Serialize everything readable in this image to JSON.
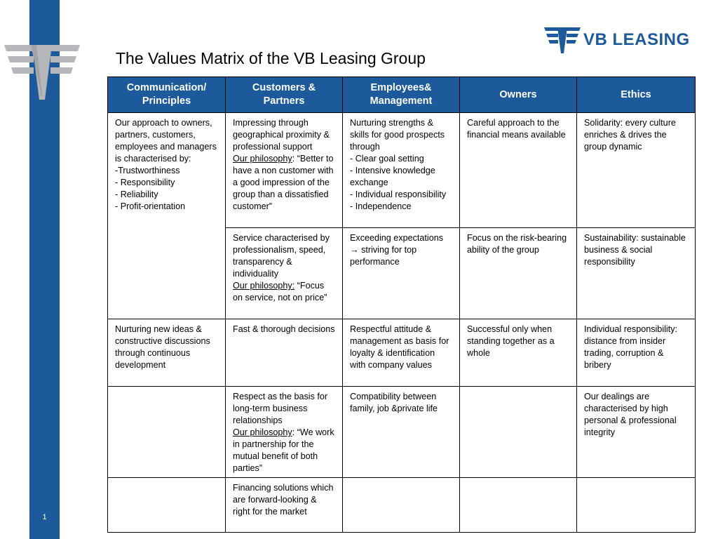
{
  "page": {
    "title": "The Values Matrix of the VB Leasing Group",
    "page_number": "1"
  },
  "brand": {
    "name": "VB LEASING",
    "color": "#1c5a9c"
  },
  "table": {
    "headers": [
      "Communication/ Principles",
      "Customers & Partners",
      "Employees& Management",
      "Owners",
      "Ethics"
    ],
    "rows": [
      {
        "communication": [
          "Our approach to owners, partners, customers, employees and managers is characterised by:",
          "-Trustworthiness",
          "- Responsibility",
          "- Reliability",
          "- Profit-orientation"
        ],
        "customers": {
          "text": "Impressing through geographical proximity & professional support",
          "philosophy_label": "Our philosophy",
          "philosophy_text": ": “Better to have a non customer with a good impression of the group than a dissatisfied customer”"
        },
        "employees": [
          "Nurturing strengths & skills for good prospects through",
          "- Clear goal setting",
          "- Intensive knowledge exchange",
          "- Individual responsibility",
          "- Independence"
        ],
        "owners": "Careful approach to the financial means available",
        "ethics": "Solidarity: every culture enriches & drives the group dynamic"
      },
      {
        "customers": {
          "text": "Service characterised by professionalism, speed, transparency & individuality",
          "philosophy_label": "Our philosophy:",
          "philosophy_text": " “Focus on service, not on price”"
        },
        "employees": {
          "before": "Exceeding expectations ",
          "arrow": "→",
          "after": " striving for top performance"
        },
        "owners": "Focus on the risk-bearing ability of the group",
        "ethics": "Sustainability: sustainable business & social responsibility"
      },
      {
        "communication": "Nurturing new ideas & constructive discussions through continuous development",
        "customers": "Fast & thorough decisions",
        "employees": "Respectful attitude & management as basis for loyalty & identification with company values",
        "owners": "Successful only  when standing together as a whole",
        "ethics": "Individual responsibility: distance from insider trading, corruption & bribery"
      },
      {
        "customers": {
          "text": "Respect as the basis for long-term business relationships",
          "philosophy_label": "Our philosophy",
          "philosophy_text": ": “We work in partnership for the mutual benefit of both parties”"
        },
        "employees": "Compatibility between family, job &private life",
        "ethics": "Our dealings are characterised by high personal & professional integrity"
      },
      {
        "customers": "Financing solutions which are forward-looking & right for the market"
      }
    ]
  }
}
